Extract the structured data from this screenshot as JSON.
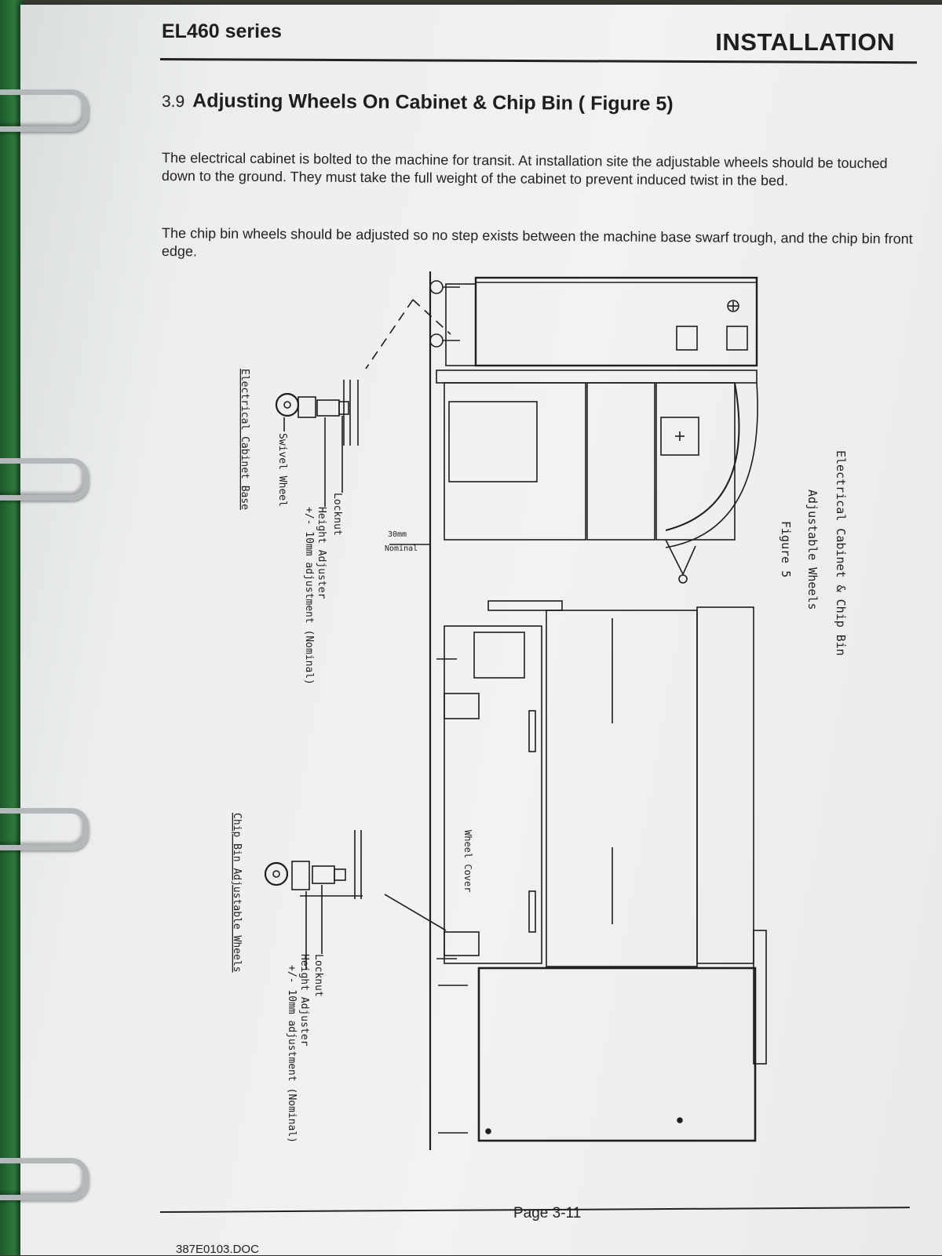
{
  "header": {
    "series": "EL460 series",
    "chapter": "INSTALLATION"
  },
  "section": {
    "number": "3.9",
    "title": "Adjusting Wheels On Cabinet & Chip Bin ( Figure 5)"
  },
  "paragraphs": [
    "The electrical cabinet is bolted to the machine for transit. At installation site the adjustable wheels should be touched down to the ground. They must take the full weight of the cabinet to prevent induced twist in the bed.",
    "The chip bin wheels should be adjusted so no step exists between the machine base swarf trough, and the chip bin front edge."
  ],
  "figure": {
    "title_line1": "Electrical Cabinet & Chip Bin",
    "title_line2": "Adjustable Wheels",
    "caption": "Figure 5",
    "dimension_value": "30mm",
    "dimension_note": "Nominal",
    "wheel_cover_label": "Wheel Cover",
    "cabinet_detail": {
      "locknut": "Locknut",
      "height_adjuster": "Height Adjuster",
      "adjustment": "+/- 10mm adjustment (Nominal)",
      "swivel_wheel": "Swivel Wheel",
      "heading": "Electrical Cabinet Base"
    },
    "chipbin_detail": {
      "locknut": "Locknut",
      "height_adjuster": "Height Adjuster",
      "adjustment": "+/- 10mm adjustment (Nominal)",
      "heading": "Chip Bin Adjustable Wheels"
    }
  },
  "footer": {
    "page": "Page 3-11",
    "doc_ref": "387E0103.DOC"
  }
}
